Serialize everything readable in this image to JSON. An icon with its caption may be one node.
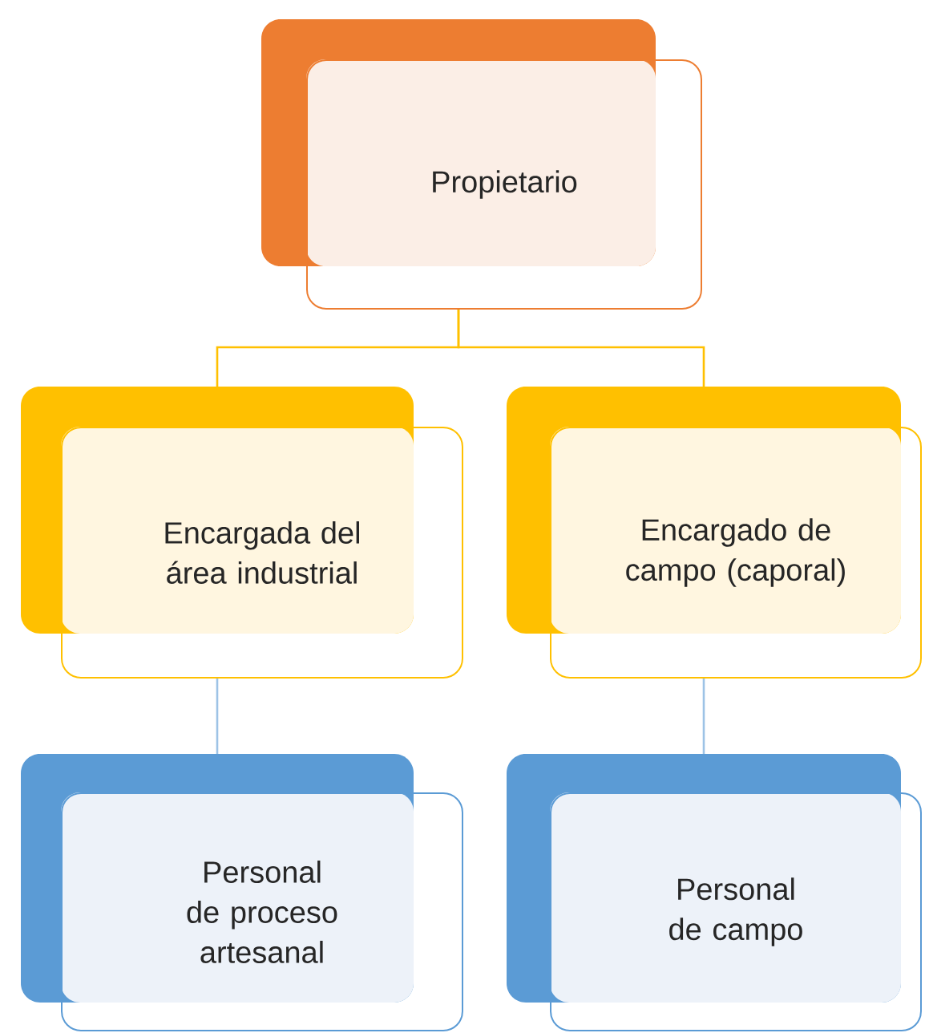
{
  "diagram": {
    "nodes": [
      {
        "text": [
          "Propietario"
        ]
      },
      {
        "text": [
          "Encargada del área industrial"
        ]
      },
      {
        "text": [
          "Encargado de campo (caporal)"
        ]
      },
      {
        "text": [
          "Personal de proceso artesanal"
        ]
      },
      {
        "text": [
          "Personal de campo"
        ]
      }
    ],
    "edges": [
      {
        "from": 0,
        "to": 1,
        "arrow": "none",
        "color": "#ffc000"
      },
      {
        "from": 0,
        "to": 2,
        "arrow": "none",
        "color": "#ffc000"
      },
      {
        "from": 1,
        "to": 3,
        "arrow": "none",
        "color": "#9dc3e6"
      },
      {
        "from": 2,
        "to": 4,
        "arrow": "none",
        "color": "#9dc3e6"
      }
    ]
  }
}
